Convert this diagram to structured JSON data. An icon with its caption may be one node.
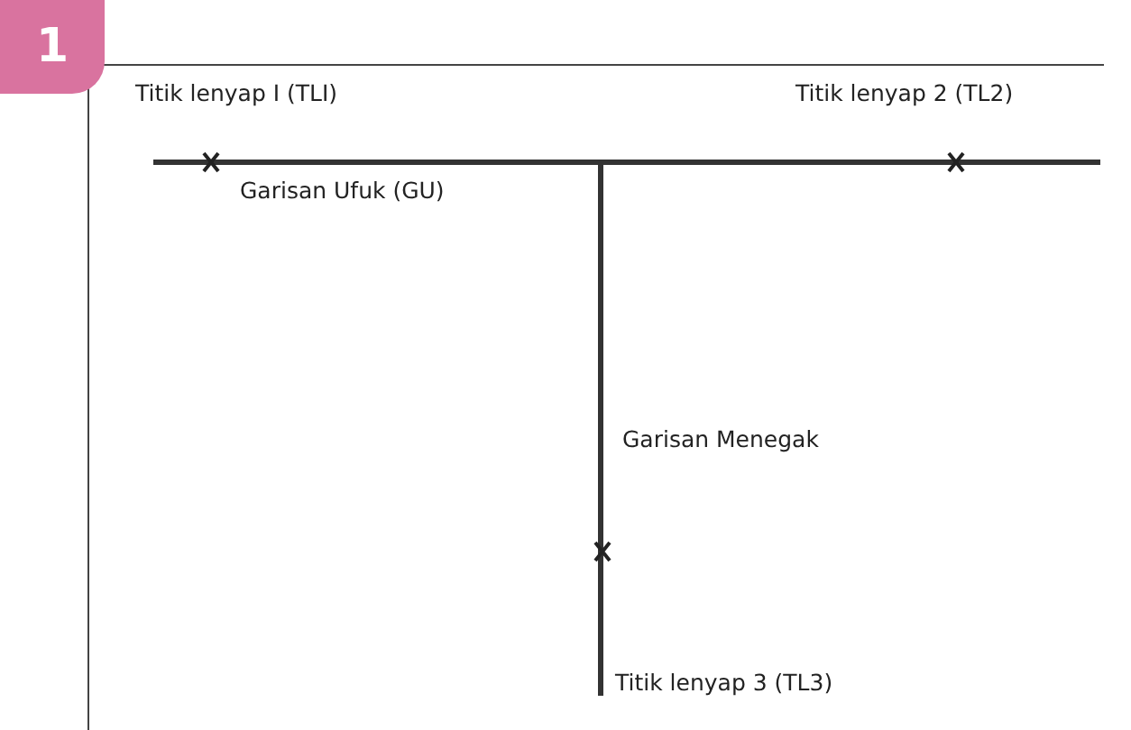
{
  "diagram": {
    "nodes": [
      {
        "text": [
          "1"
        ]
      }
    ],
    "labels": [
      "Titik lenyap I (TLI)",
      "Titik lenyap 2 (TL2)",
      "Garisan Ufuk (GU)",
      "Garisan Menegak",
      "Titik lenyap 3 (TL3)"
    ]
  }
}
